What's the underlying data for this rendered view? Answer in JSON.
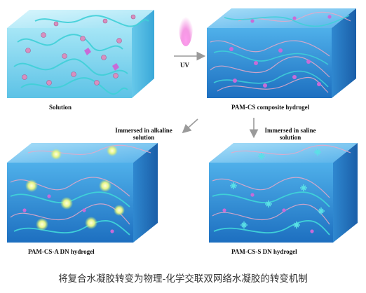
{
  "panels": {
    "solution": "Solution",
    "composite": "PAM-CS composite hydrogel",
    "alkaline_dn": "PAM-CS-A DN hydrogel",
    "saline_dn": "PAM-CS-S DN hydrogel"
  },
  "steps": {
    "uv": "UV",
    "alkaline_line1": "Immersed in alkaline",
    "alkaline_line2": "solution",
    "saline_line1": "Immersed in saline",
    "saline_line2": "solution"
  },
  "caption": "将复合水凝胶转变为物理-化学交联双网络水凝胶的转变机制",
  "colors": {
    "solution_block": "#7fd3ec",
    "gel_block": "#2f8fd6",
    "polymer_chain": "#3fd0d8",
    "particle": "#d88fbf",
    "uv_glow": "#f070d8",
    "arrow": "#9a9a9a"
  }
}
